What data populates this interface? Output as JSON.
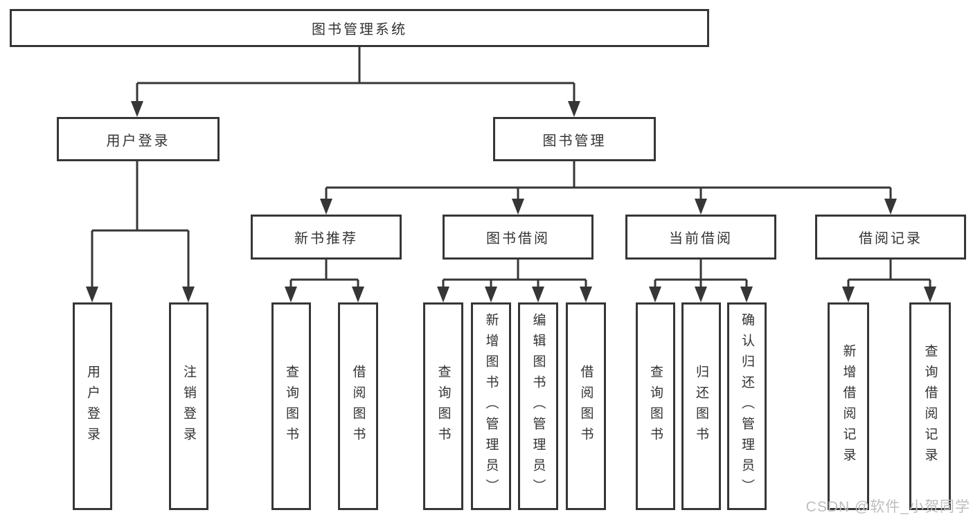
{
  "diagram": {
    "root": {
      "label": "图书管理系统"
    },
    "branches": {
      "user_login": {
        "label": "用户登录"
      },
      "book_mgmt": {
        "label": "图书管理"
      }
    },
    "modules": {
      "new_book": {
        "label": "新书推荐"
      },
      "book_borrow": {
        "label": "图书借阅"
      },
      "current_borrow": {
        "label": "当前借阅"
      },
      "borrow_record": {
        "label": "借阅记录"
      }
    },
    "leaves": {
      "user_login": {
        "label": "用户登录"
      },
      "logout": {
        "label": "注销登录"
      },
      "newbook_query": {
        "label": "查询图书"
      },
      "newbook_borrow": {
        "label": "借阅图书"
      },
      "borrow_query": {
        "label": "查询图书"
      },
      "borrow_add": {
        "label": "新增图书（管理员）"
      },
      "borrow_edit": {
        "label": "编辑图书（管理员）"
      },
      "borrow_lend": {
        "label": "借阅图书"
      },
      "current_query": {
        "label": "查询图书"
      },
      "current_return": {
        "label": "归还图书"
      },
      "current_confirm": {
        "label": "确认归还（管理员）"
      },
      "record_add": {
        "label": "新增借阅记录"
      },
      "record_query": {
        "label": "查询借阅记录"
      }
    }
  },
  "watermark": {
    "text": "CSDN @软件_小贺同学"
  },
  "colors": {
    "line": "#363636",
    "text": "#333333",
    "box_background": "#ffffff",
    "watermark": "#bdbdbd"
  }
}
